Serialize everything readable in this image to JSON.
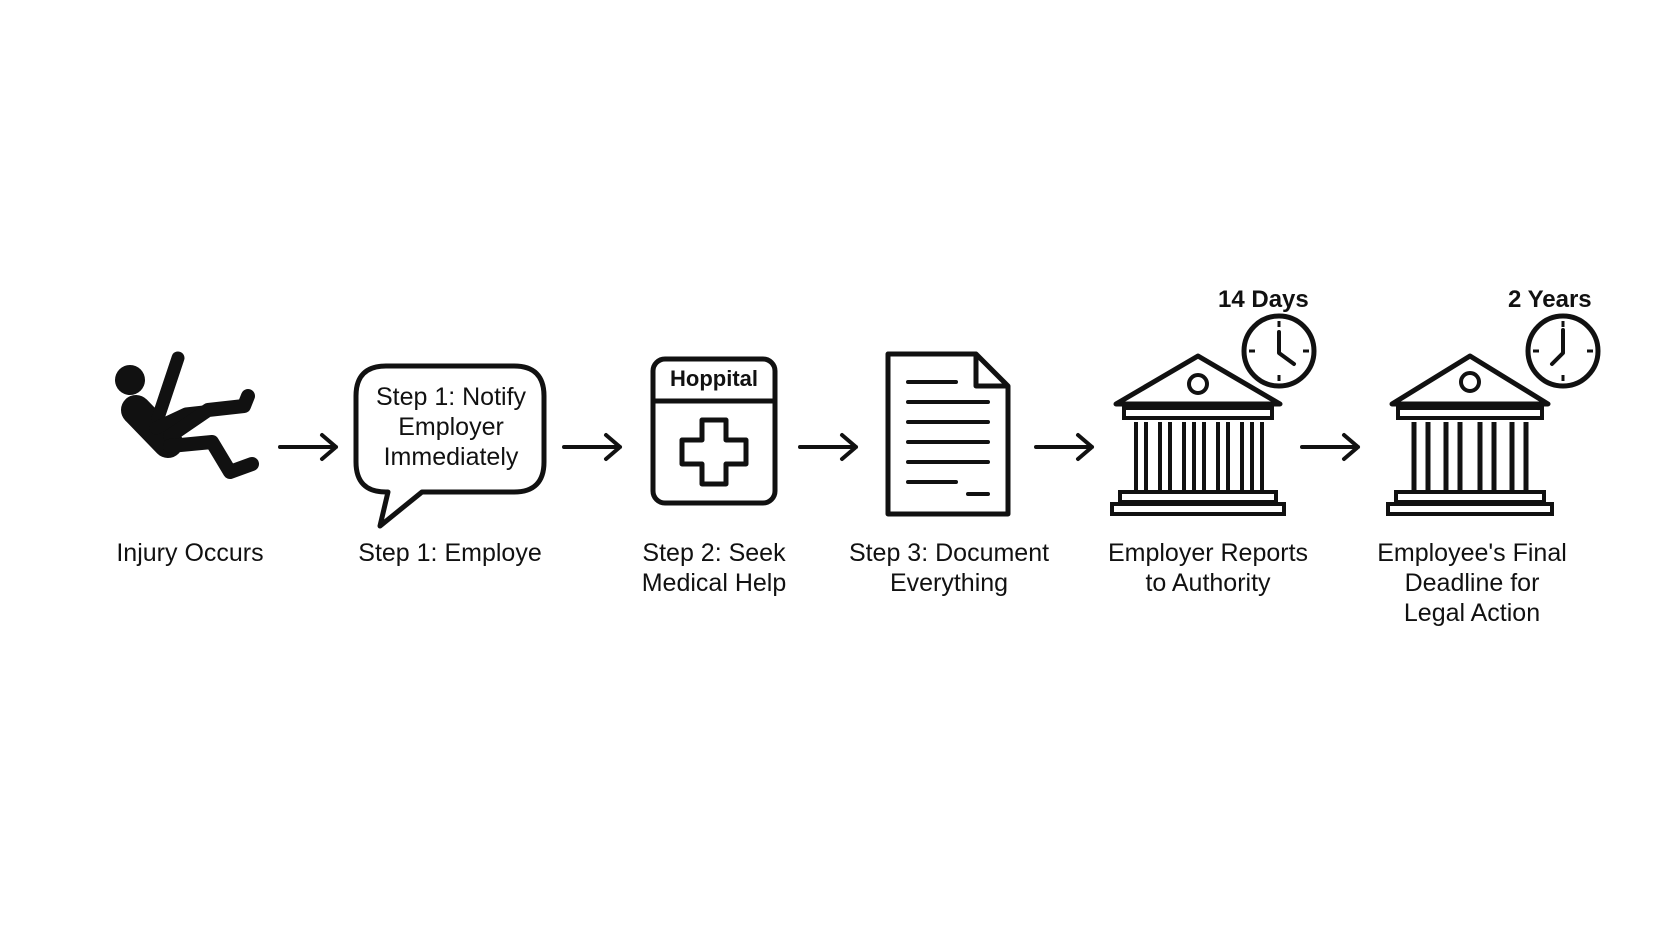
{
  "diagram": {
    "steps": [
      {
        "id": "injury",
        "icon": "falling-person-icon",
        "label_lines": [
          "Injury Occurs"
        ]
      },
      {
        "id": "notify",
        "icon": "speech-bubble-icon",
        "bubble_lines": [
          "Step 1: Notify",
          "Employer",
          "Immediately"
        ],
        "label_lines": [
          "Step 1: Employe"
        ]
      },
      {
        "id": "medical",
        "icon": "hospital-icon",
        "sign_text": "Hoppital",
        "label_lines": [
          "Step 2: Seek",
          "Medical Help"
        ]
      },
      {
        "id": "document",
        "icon": "document-icon",
        "label_lines": [
          "Step 3: Document",
          "Everything"
        ]
      },
      {
        "id": "employer-report",
        "icon": "government-building-icon",
        "deadline": "14 Days",
        "deadline_icon": "clock-icon",
        "label_lines": [
          "Employer Reports",
          "to Authority"
        ]
      },
      {
        "id": "final-deadline",
        "icon": "government-building-icon",
        "deadline": "2 Years",
        "deadline_icon": "clock-icon",
        "label_lines": [
          "Employee's Final",
          "Deadline for",
          "Legal Action"
        ]
      }
    ],
    "connector_icon": "arrow-right-icon",
    "colors": {
      "stroke": "#111111",
      "background": "#ffffff"
    }
  }
}
